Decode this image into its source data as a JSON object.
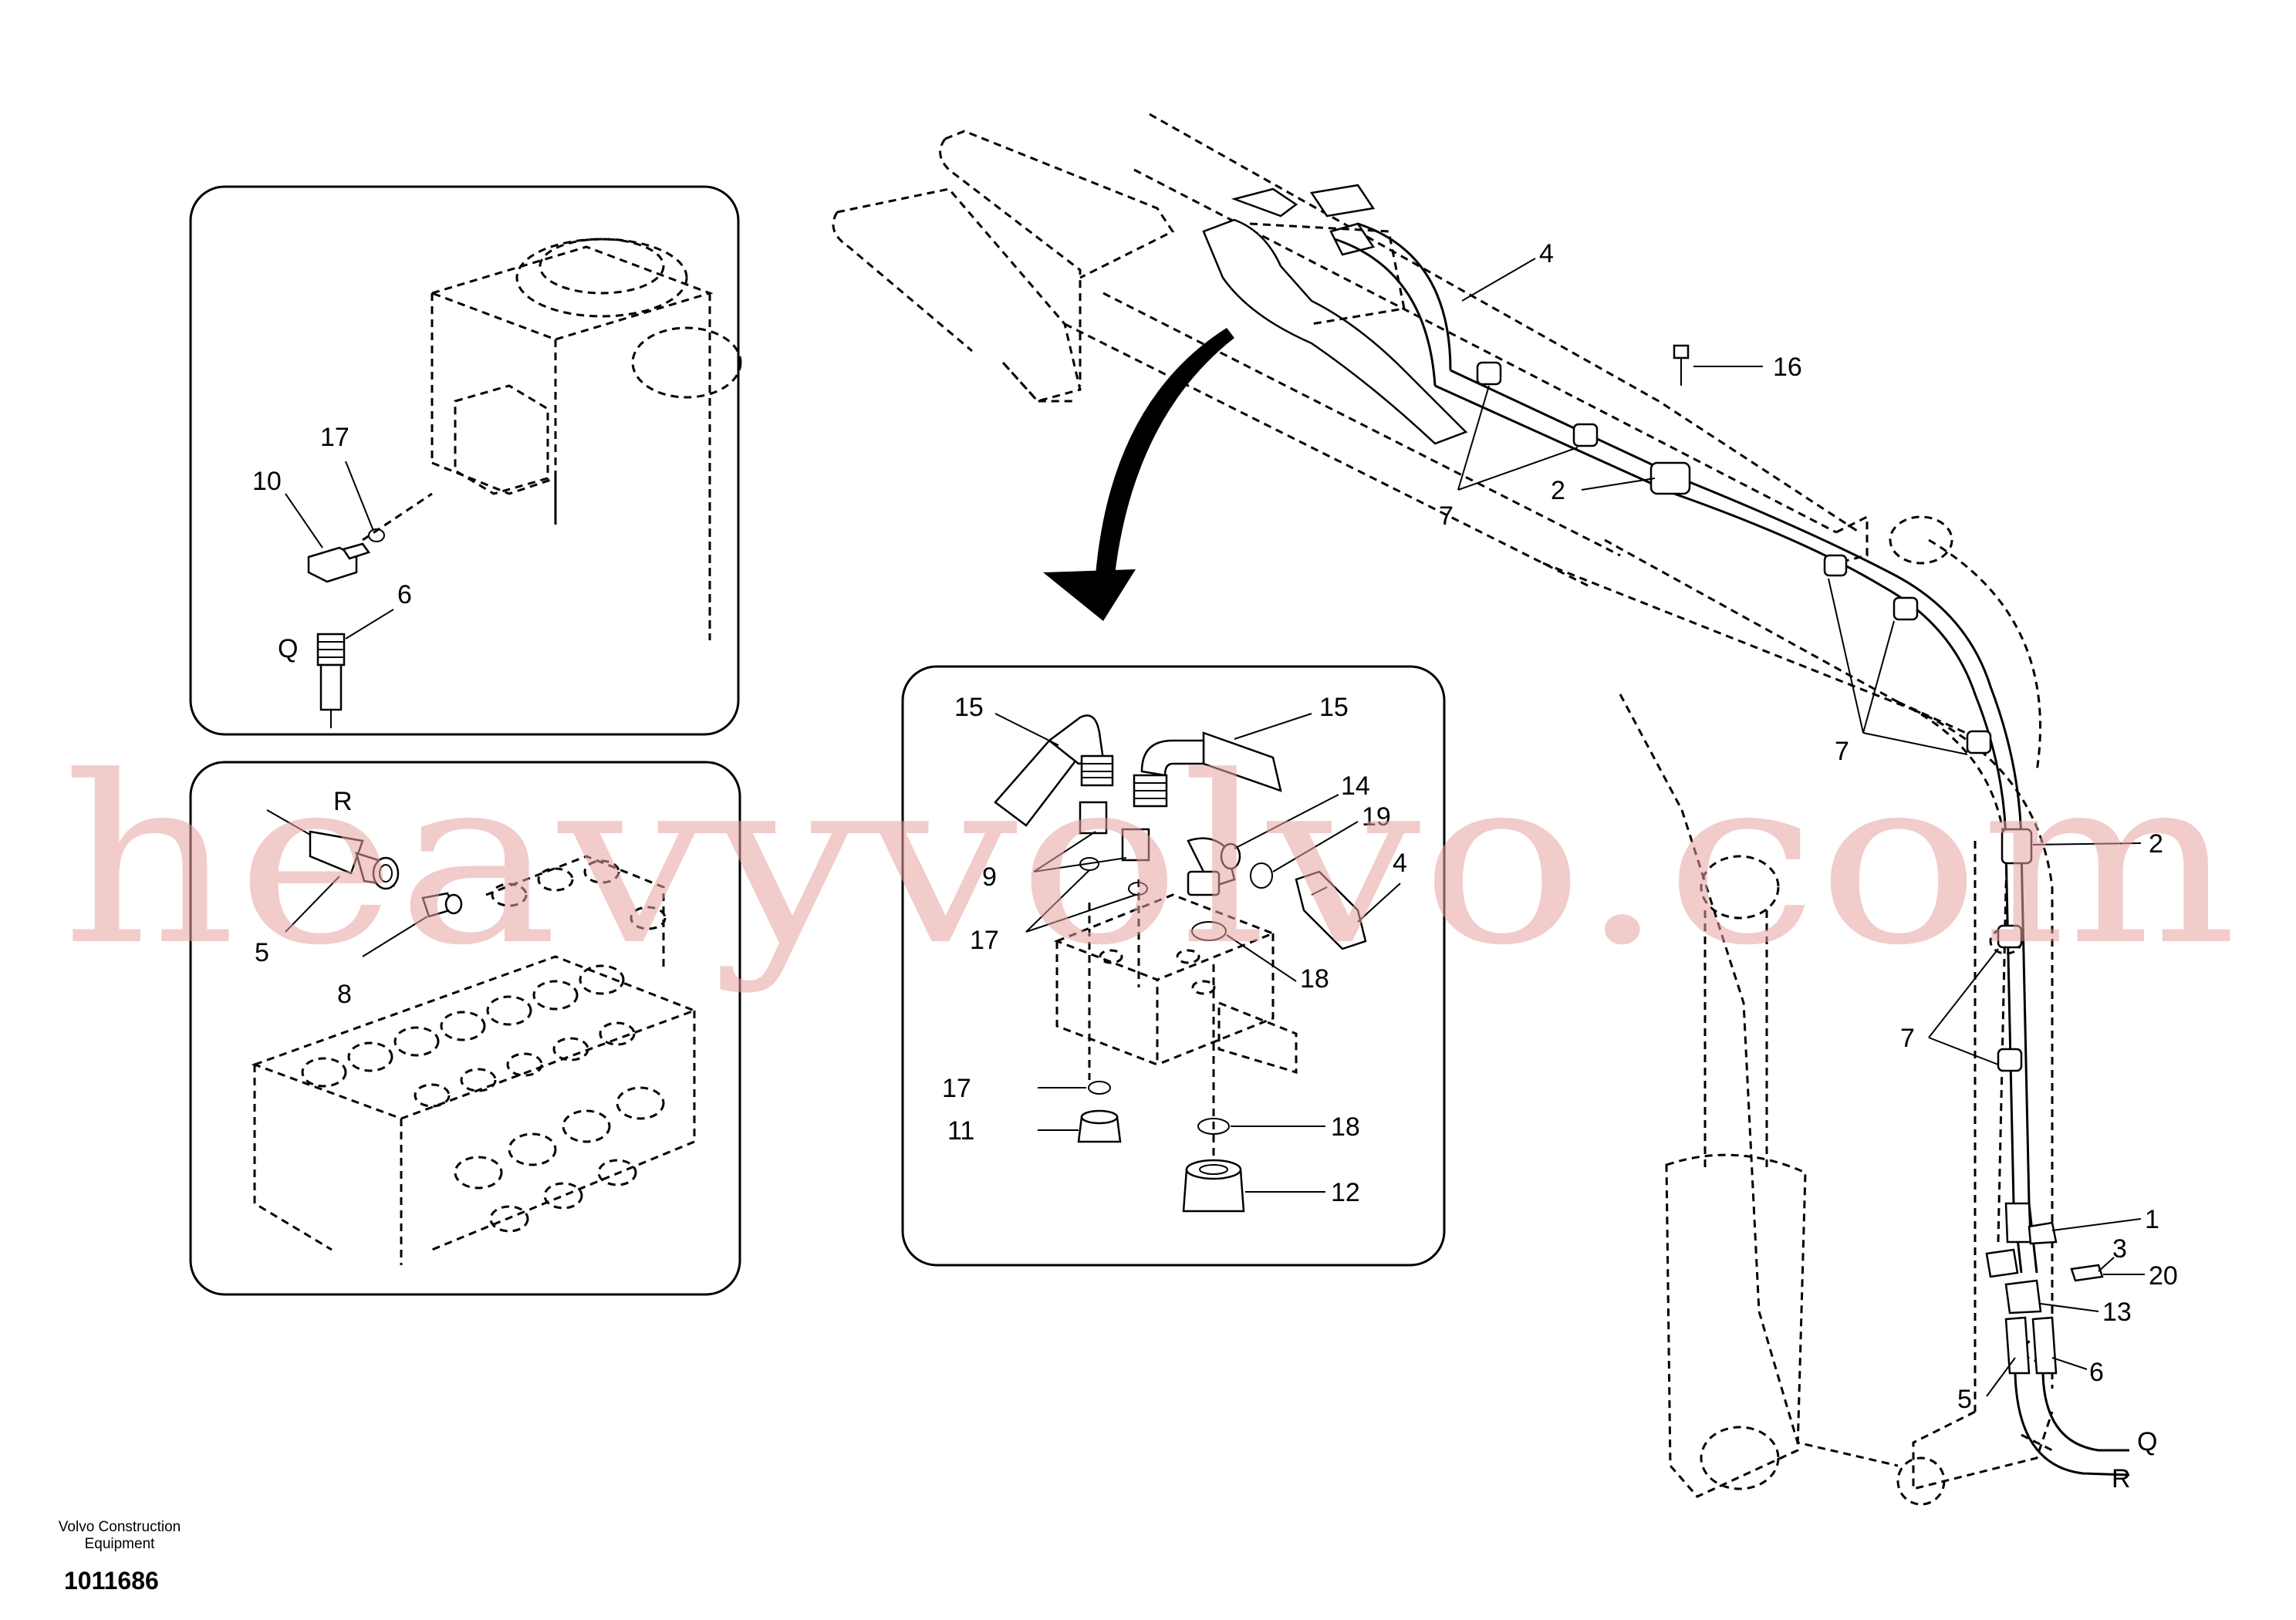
{
  "footer": {
    "company": "Volvo Construction",
    "company_line2": "Equipment",
    "drawing_number": "1011686"
  },
  "watermark": {
    "text": "heavyvolvo.com",
    "color": "#e8a0a0"
  },
  "labels": {
    "top_left_inset": [
      "17",
      "10",
      "6",
      "Q"
    ],
    "bottom_left_inset": [
      "R",
      "5",
      "8"
    ],
    "center_inset": [
      "15",
      "15",
      "14",
      "19",
      "4",
      "9",
      "17",
      "18",
      "17",
      "11",
      "18",
      "12"
    ],
    "main": [
      "4",
      "16",
      "2",
      "7",
      "7",
      "2",
      "7",
      "1",
      "3",
      "20",
      "13",
      "6",
      "5",
      "Q",
      "R"
    ]
  }
}
